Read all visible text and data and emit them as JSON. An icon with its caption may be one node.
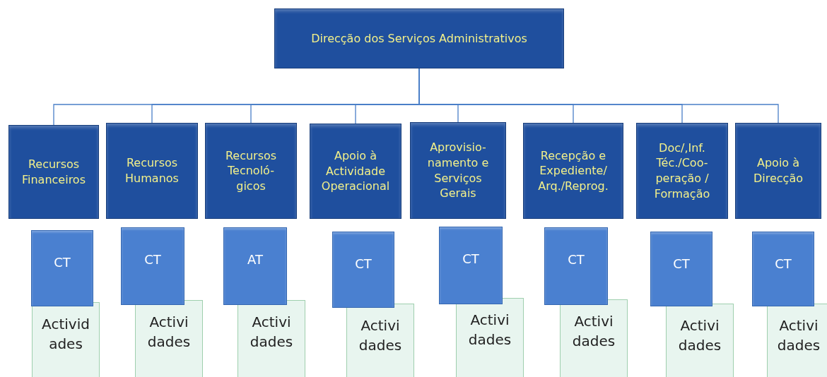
{
  "diagram": {
    "nodes": [
      {
        "text": [
          "Direcção dos Serviços Administrativos"
        ]
      },
      {
        "text": [
          "Recursos Financeiros"
        ]
      },
      {
        "text": [
          "Recursos Humanos"
        ]
      },
      {
        "text": [
          "Recursos Tecnoló- gicos"
        ]
      },
      {
        "text": [
          "Apoio à Actividade Operacional"
        ]
      },
      {
        "text": [
          "Aprovisio- namento e Serviços Gerais"
        ]
      },
      {
        "text": [
          "Recepção e Expediente/ Arq./Reprog."
        ]
      },
      {
        "text": [
          "Doc/,Inf. Téc./Coo- peração / Formação"
        ]
      },
      {
        "text": [
          "Apoio à Direcção"
        ]
      },
      {
        "text": [
          "CT"
        ]
      },
      {
        "text": [
          "CT"
        ]
      },
      {
        "text": [
          "AT"
        ]
      },
      {
        "text": [
          "CT"
        ]
      },
      {
        "text": [
          "CT"
        ]
      },
      {
        "text": [
          "CT"
        ]
      },
      {
        "text": [
          "CT"
        ]
      },
      {
        "text": [
          "CT"
        ]
      },
      {
        "text": [
          "Activid ades"
        ]
      },
      {
        "text": [
          "Activi dades"
        ]
      },
      {
        "text": [
          "Activi dades"
        ]
      },
      {
        "text": [
          "Activi dades"
        ]
      },
      {
        "text": [
          "Activi dades"
        ]
      },
      {
        "text": [
          "Activi dades"
        ]
      },
      {
        "text": [
          "Activi dades"
        ]
      },
      {
        "text": [
          "Activi dades"
        ]
      }
    ],
    "edges": [
      {
        "from": 0,
        "to": 1,
        "arrow": "none"
      },
      {
        "from": 0,
        "to": 2,
        "arrow": "none"
      },
      {
        "from": 0,
        "to": 3,
        "arrow": "none"
      },
      {
        "from": 0,
        "to": 4,
        "arrow": "none"
      },
      {
        "from": 0,
        "to": 5,
        "arrow": "none"
      },
      {
        "from": 0,
        "to": 6,
        "arrow": "none"
      },
      {
        "from": 0,
        "to": 7,
        "arrow": "none"
      },
      {
        "from": 0,
        "to": 8,
        "arrow": "none"
      }
    ]
  }
}
